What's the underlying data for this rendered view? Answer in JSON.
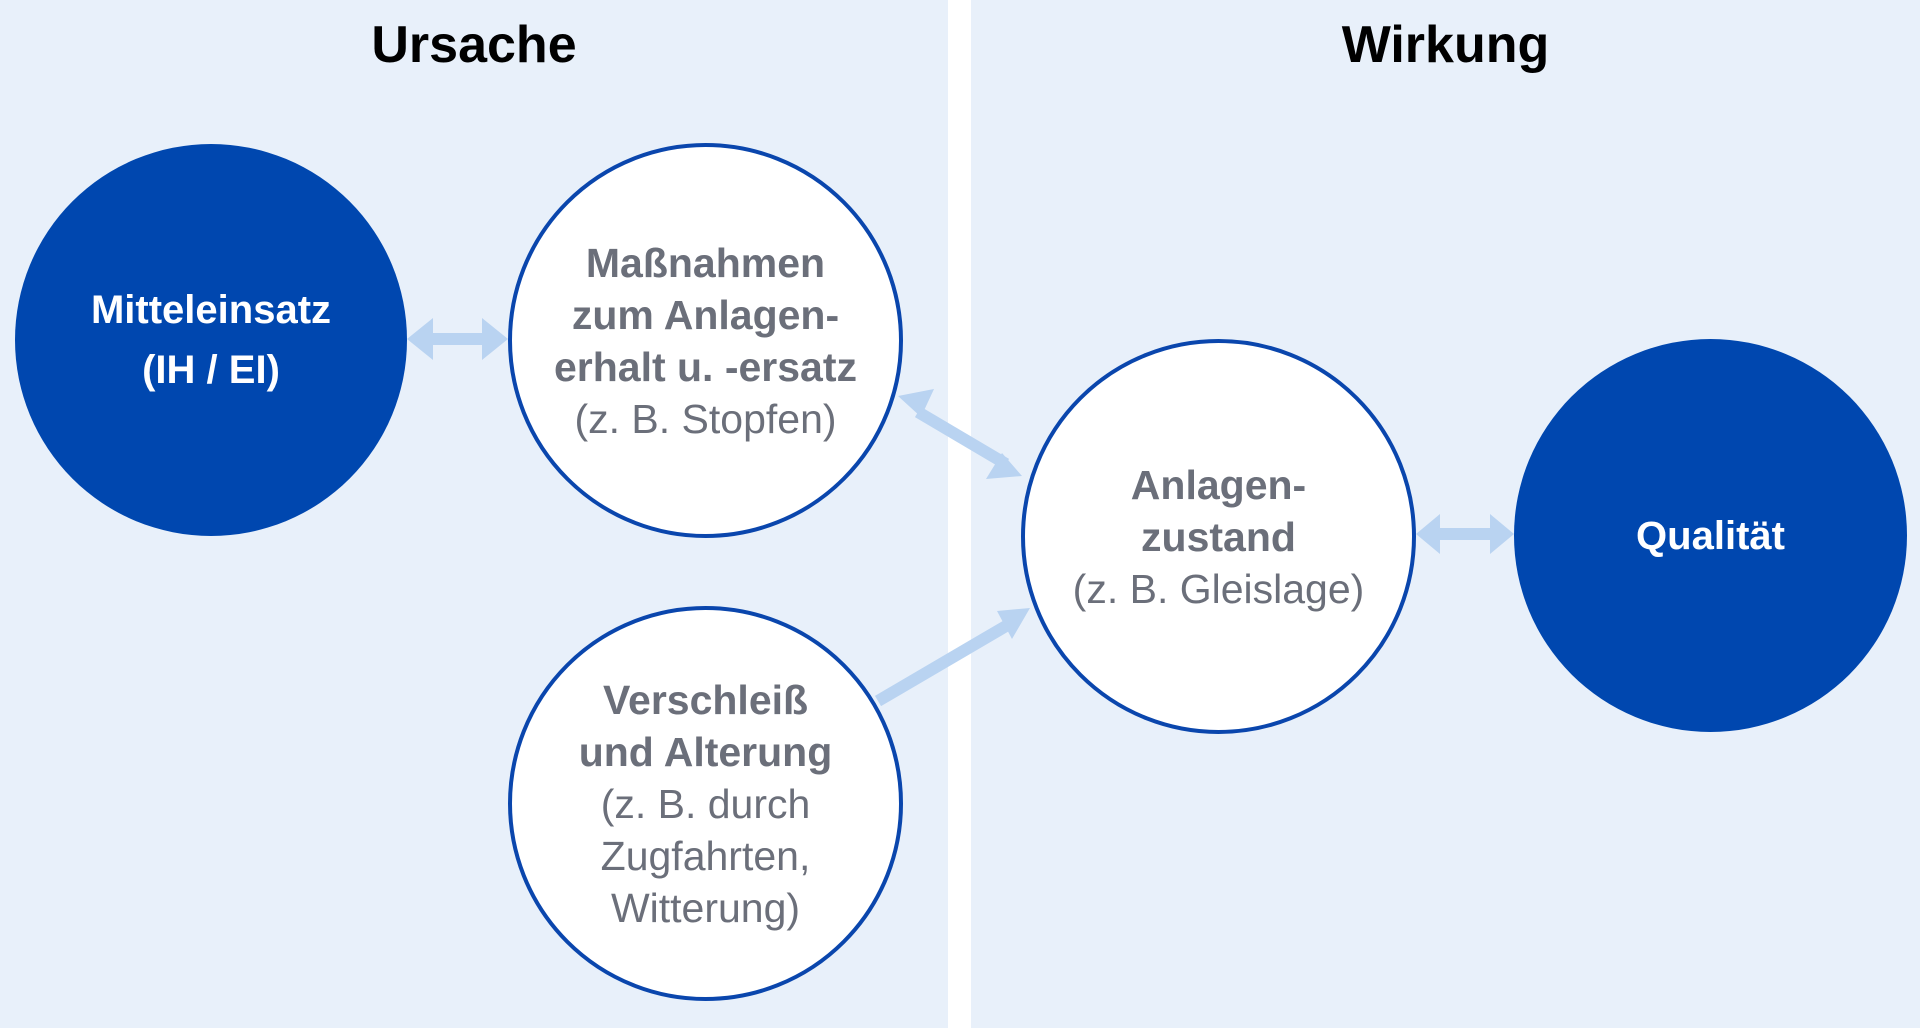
{
  "panels": {
    "left_title": "Ursache",
    "right_title": "Wirkung"
  },
  "nodes": {
    "mitteleinsatz": {
      "lines": [
        "Mitteleinsatz",
        "(IH / EI)"
      ]
    },
    "massnahmen": {
      "bold_lines": [
        "Maßnahmen",
        "zum Anlagen-",
        "erhalt u. -ersatz"
      ],
      "sub_lines": [
        "(z. B. Stopfen)"
      ]
    },
    "verschleiss": {
      "bold_lines": [
        "Verschleiß",
        "und Alterung"
      ],
      "sub_lines": [
        "(z. B. durch",
        "Zugfahrten,",
        "Witterung)"
      ]
    },
    "anlagenzustand": {
      "bold_lines": [
        "Anlagen-",
        "zustand"
      ],
      "sub_lines": [
        "(z. B. Gleislage)"
      ]
    },
    "qualitaet": {
      "lines": [
        "Qualität"
      ]
    }
  },
  "colors": {
    "panel_bg": "#e8f0fa",
    "dark_circle": "#0047af",
    "circle_border": "#0a46ad",
    "arrow": "#b9d3f1",
    "light_text": "#6b6f7a"
  }
}
